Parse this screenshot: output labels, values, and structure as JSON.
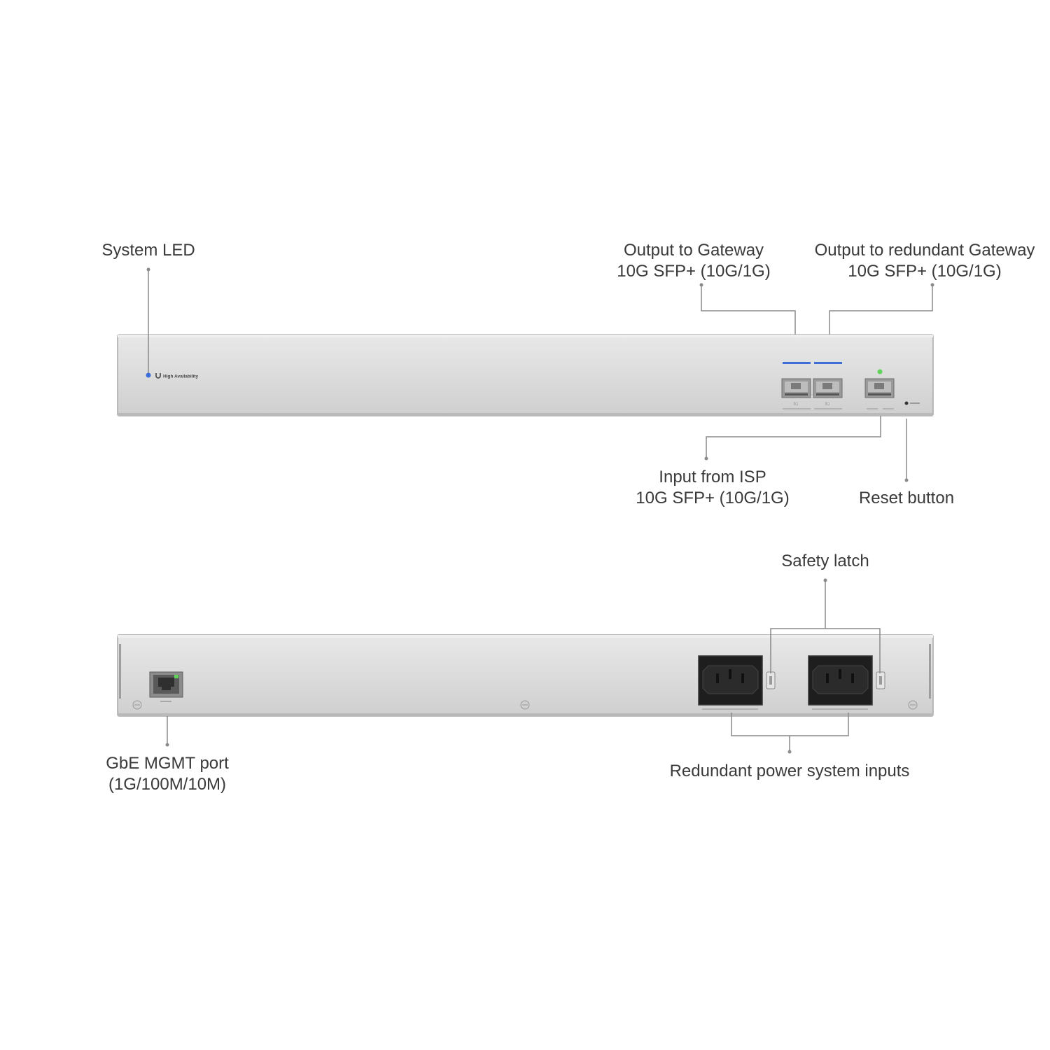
{
  "callouts": {
    "system_led": "System LED",
    "output_gateway_line1": "Output to Gateway",
    "output_gateway_line2": "10G SFP+ (10G/1G)",
    "output_redundant_line1": "Output to redundant Gateway",
    "output_redundant_line2": "10G SFP+ (10G/1G)",
    "input_isp_line1": "Input from ISP",
    "input_isp_line2": "10G SFP+ (10G/1G)",
    "reset_button": "Reset button",
    "safety_latch": "Safety latch",
    "mgmt_port_line1": "GbE MGMT port",
    "mgmt_port_line2": "(1G/100M/10M)",
    "redundant_power": "Redundant power system inputs"
  },
  "front_panel": {
    "badge_text": "High Availability"
  },
  "colors": {
    "chassis": "#dcdcdc",
    "chassis_edge": "#a9a9a9",
    "led_blue": "#3b6fd8",
    "link_bar_blue": "#3f6fd6",
    "led_green": "#5fd35a",
    "connector_black": "#1e1e1e",
    "leader_line": "#8a8a8a",
    "text": "#3a3a3a"
  }
}
